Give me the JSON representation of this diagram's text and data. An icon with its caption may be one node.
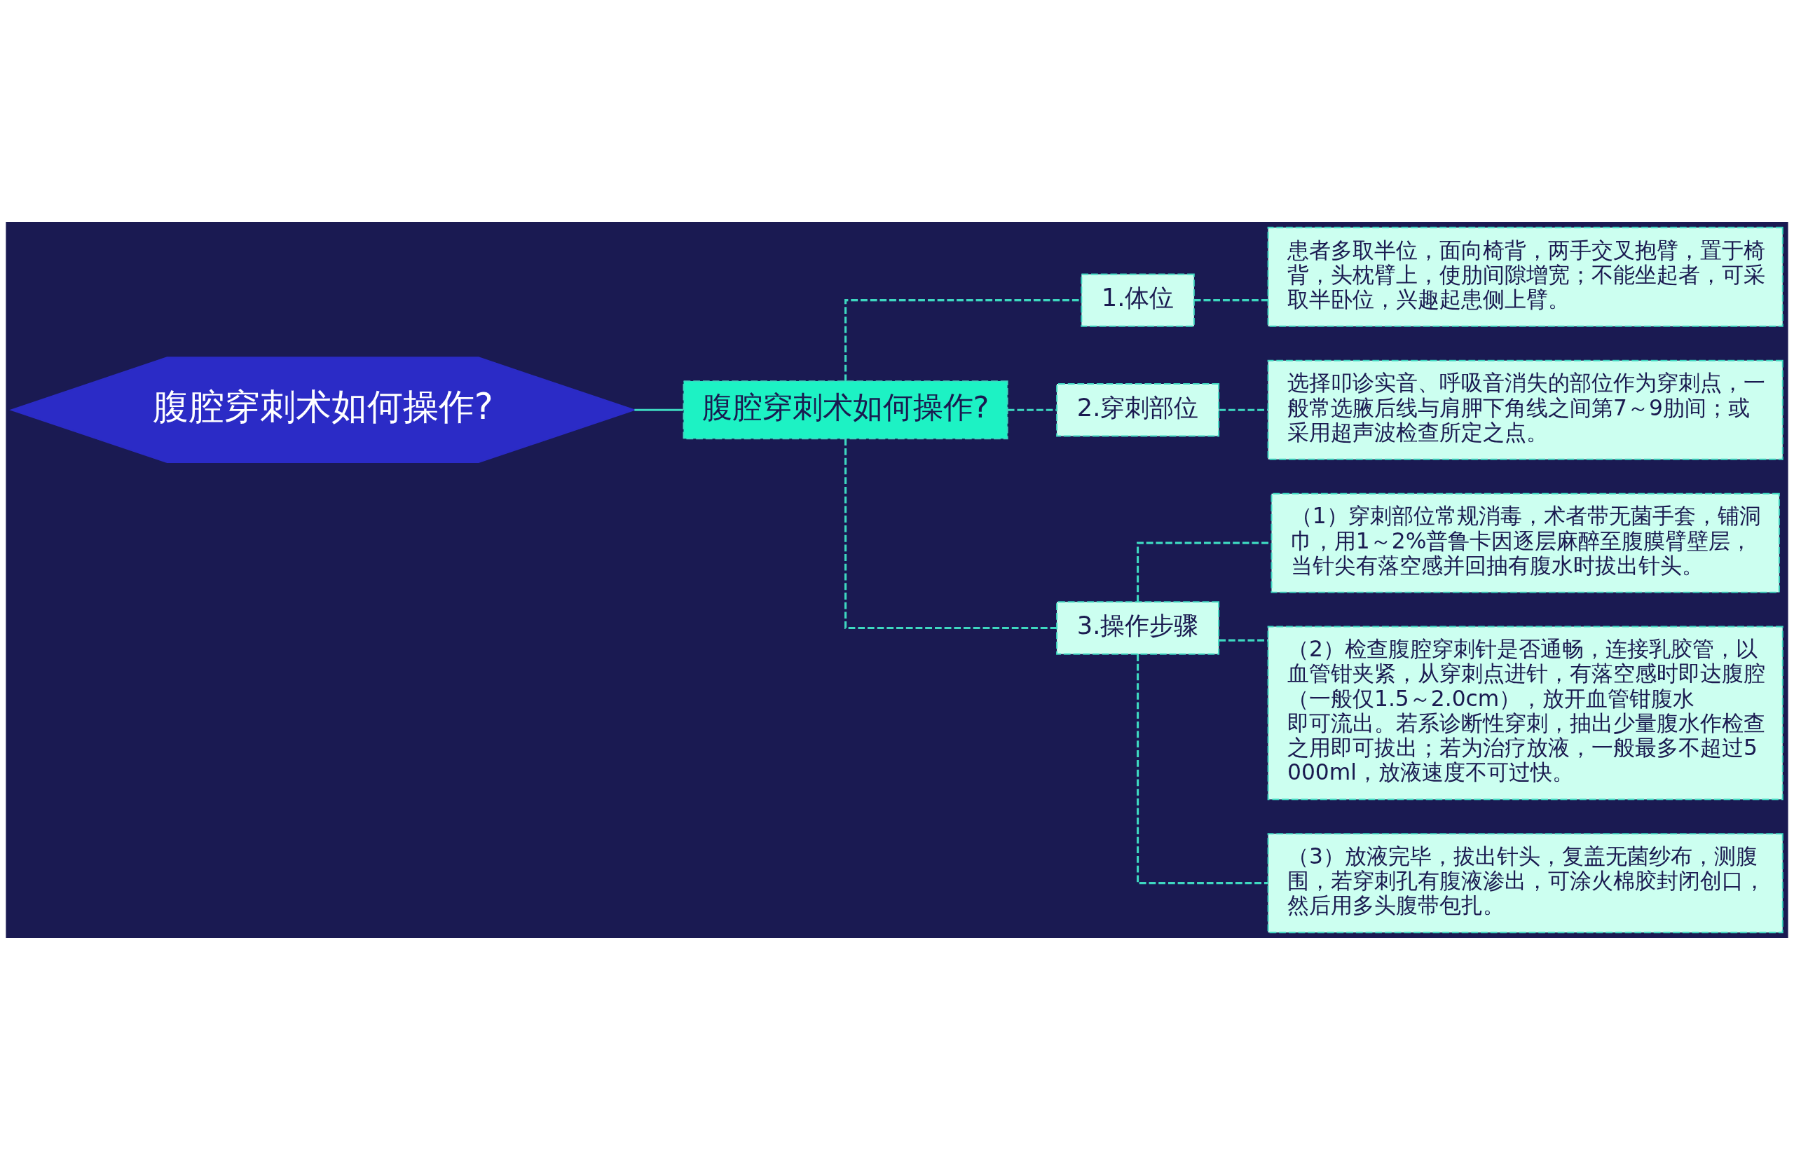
{
  "diagram": {
    "nodes": [
      {
        "text": [
          "腹腔穿刺术如何操作?"
        ]
      },
      {
        "text": [
          "腹腔穿刺术如何操作?"
        ]
      },
      {
        "text": [
          "1.体位"
        ]
      },
      {
        "text": [
          "患者多取半位，面向椅背，两手交叉抱臂，置于椅背，头枕臂上，使肋间隙增宽；不能坐起者，可采取半卧位，兴趣起患侧上臂。"
        ]
      },
      {
        "text": [
          "2.穿刺部位"
        ]
      },
      {
        "text": [
          "选择叩诊实音、呼吸音消失的部位作为穿刺点，一般常选腋后线与肩胛下角线之间第7～9肋间；或采用超声波检查所定之点。"
        ]
      },
      {
        "text": [
          "3.操作步骤"
        ]
      },
      {
        "text": [
          "（1）穿刺部位常规消毒，术者带无菌手套，铺洞巾，用1～2%普鲁卡因逐层麻醉至腹膜臂壁层，当针尖有落空感并回抽有腹水时拔出针头。"
        ]
      },
      {
        "text": [
          "（2）检查腹腔穿刺针是否通畅，连接乳胶管，以血管钳夹紧，从穿刺点进针，有落空感时即达腹腔（一般仅1.5～2.0cm），放开血管钳腹水即可流出。若系诊断性穿刺，抽出少量腹水作检查之用即可拔出；若为治疗放液，一般最多不超过5000ml，放液速度不可过快。"
        ]
      },
      {
        "text": [
          "（3）放液完毕，拔出针头，复盖无菌纱布，测腹围，若穿刺孔有腹液渗出，可涂火棉胶封闭创口，然后用多头腹带包扎。"
        ]
      }
    ],
    "edges": [
      {
        "from": 0,
        "to": 1,
        "arrow": "none"
      },
      {
        "from": 1,
        "to": 2,
        "arrow": "none",
        "style": "dashed"
      },
      {
        "from": 1,
        "to": 4,
        "arrow": "none",
        "style": "dashed"
      },
      {
        "from": 1,
        "to": 6,
        "arrow": "none",
        "style": "dashed"
      },
      {
        "from": 2,
        "to": 3,
        "arrow": "none",
        "style": "dashed"
      },
      {
        "from": 4,
        "to": 5,
        "arrow": "none",
        "style": "dashed"
      },
      {
        "from": 6,
        "to": 7,
        "arrow": "none",
        "style": "dashed"
      },
      {
        "from": 6,
        "to": 8,
        "arrow": "none",
        "style": "dashed"
      },
      {
        "from": 6,
        "to": 9,
        "arrow": "none",
        "style": "dashed"
      }
    ]
  }
}
